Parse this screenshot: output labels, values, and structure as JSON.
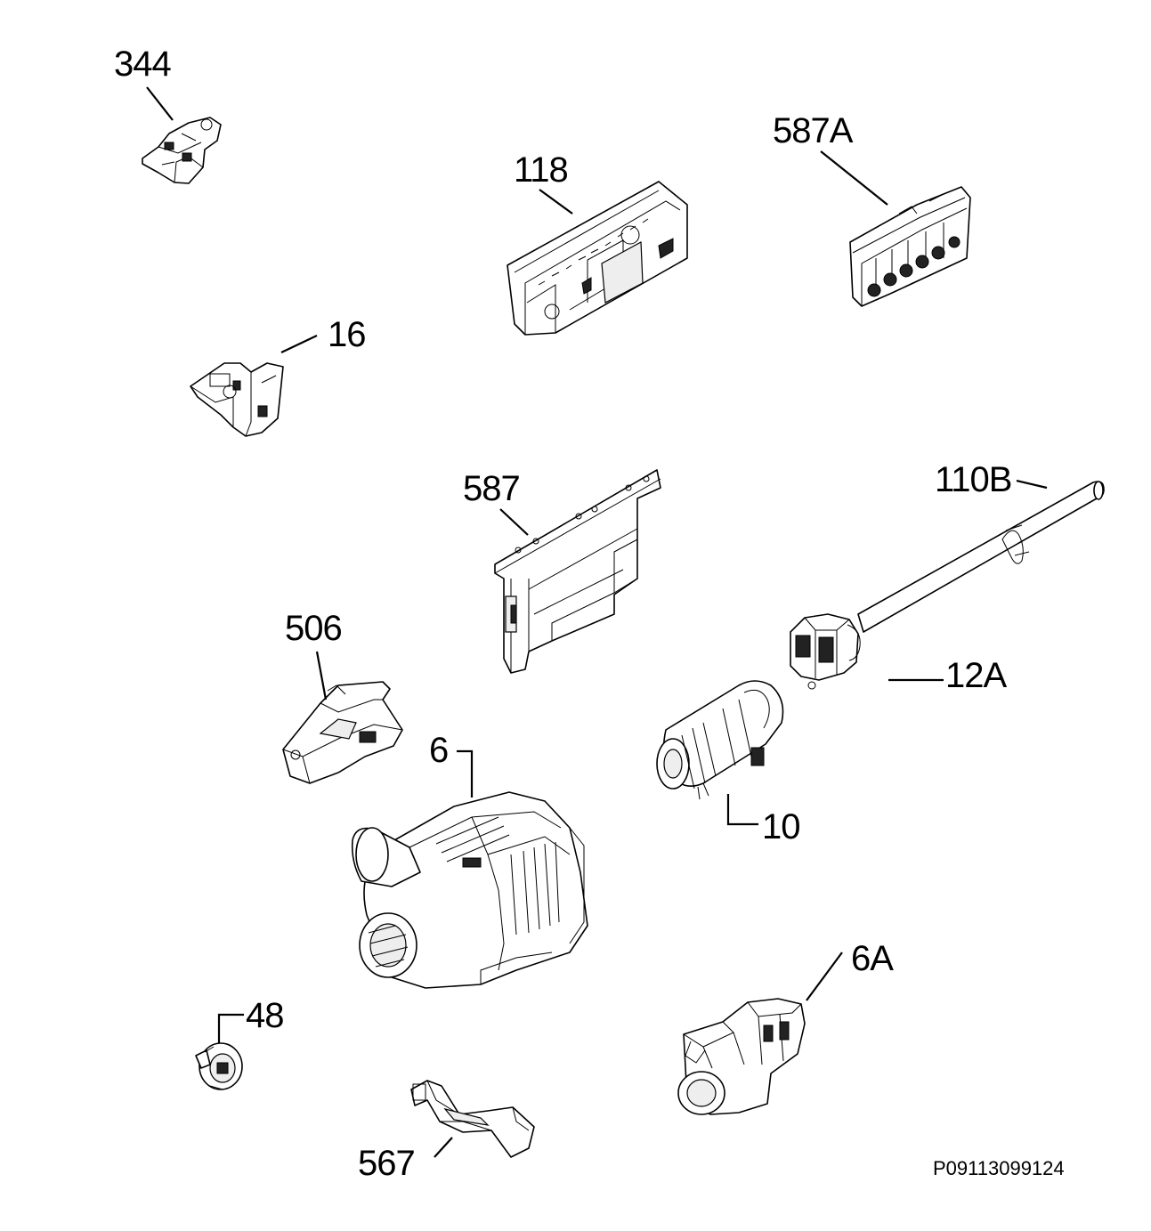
{
  "diagram": {
    "labels": {
      "l344": "344",
      "l118": "118",
      "l587a": "587A",
      "l16": "16",
      "l587": "587",
      "l110b": "110B",
      "l506": "506",
      "l12a": "12A",
      "l6": "6",
      "l10": "10",
      "l6a": "6A",
      "l48": "48",
      "l567": "567"
    },
    "drawing_code": "P09113099124"
  }
}
